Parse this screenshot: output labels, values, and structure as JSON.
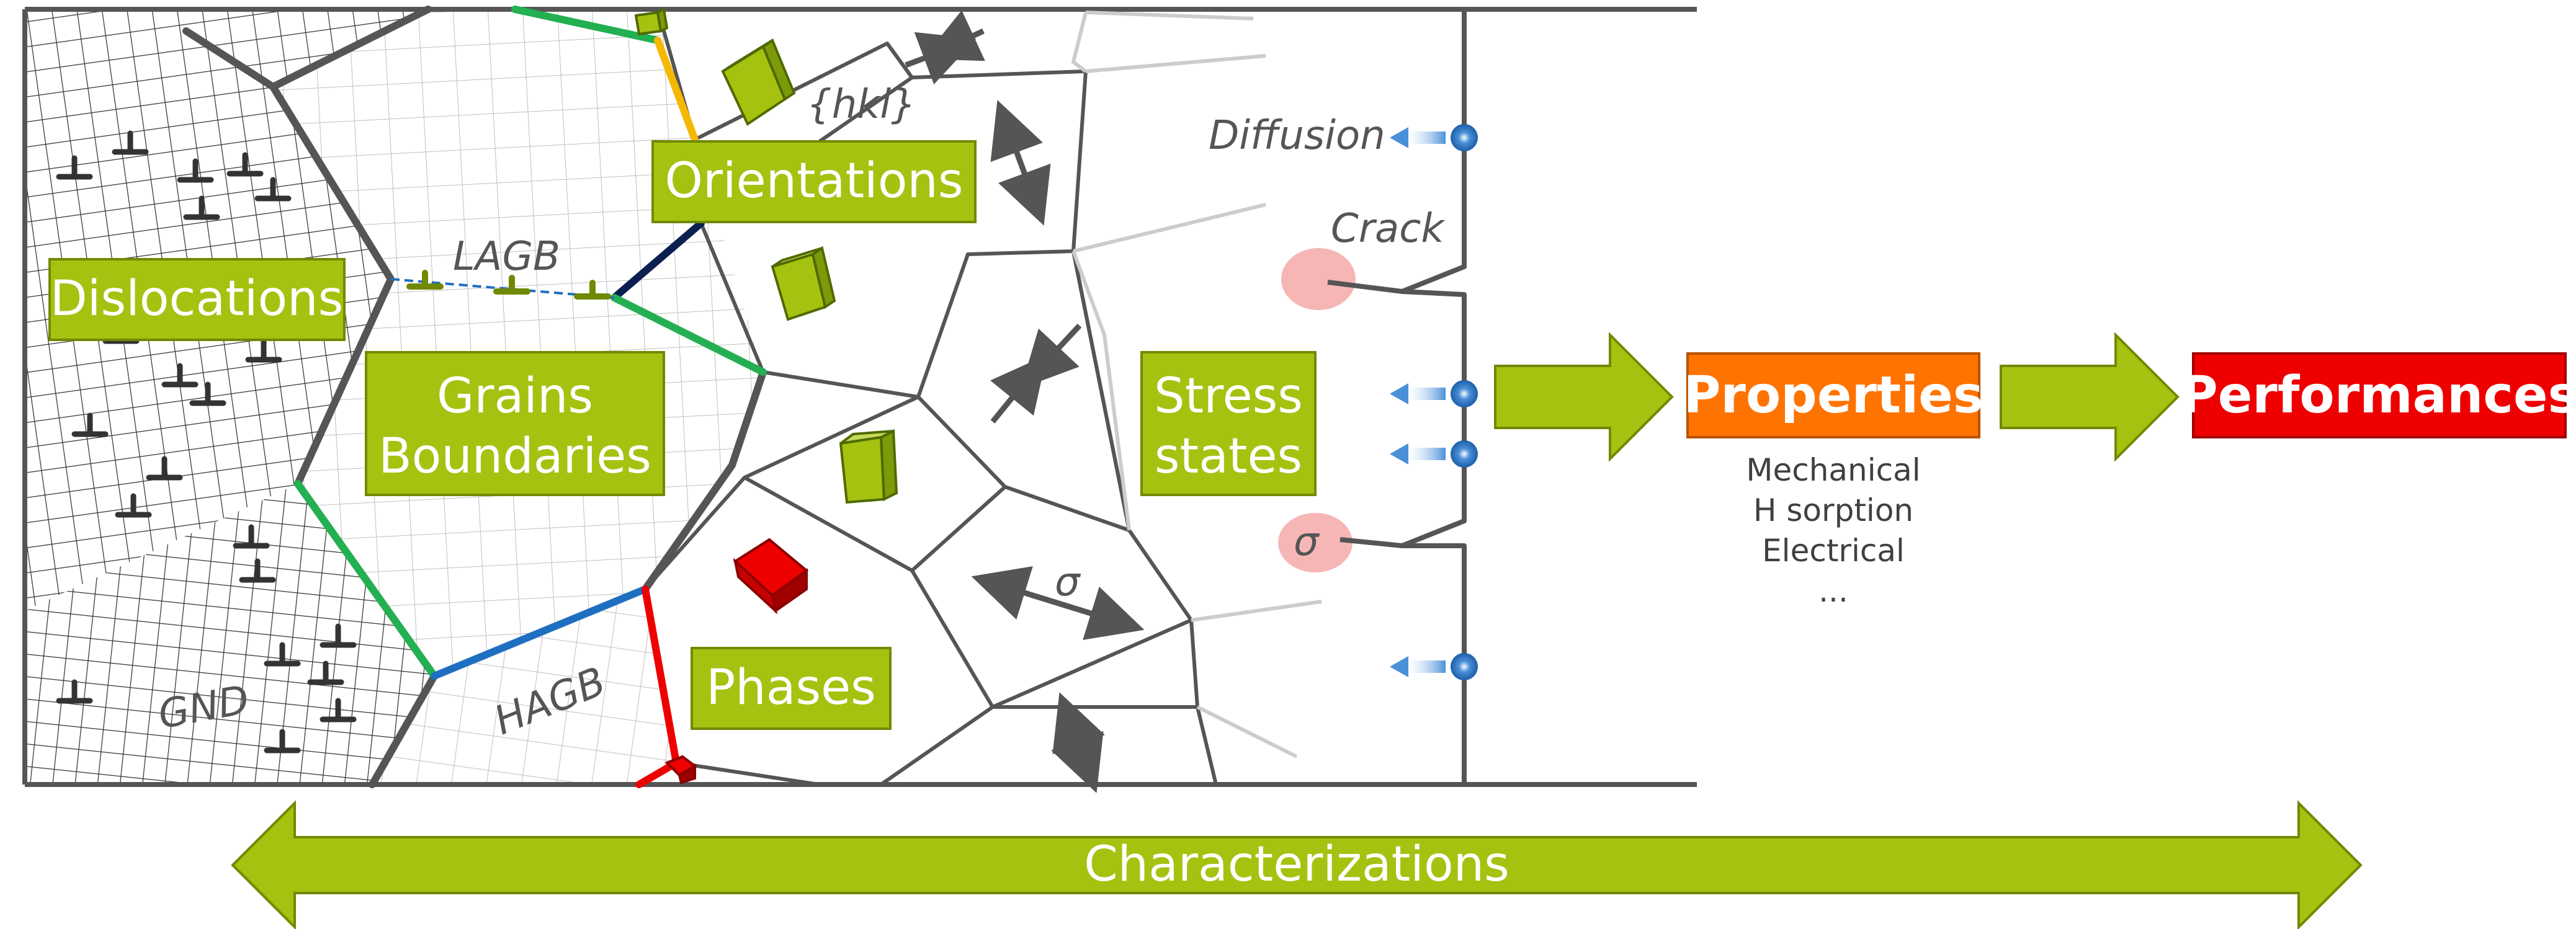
{
  "labels": {
    "dislocations": "Dislocations",
    "grains_line1": "Grains",
    "grains_line2": "Boundaries",
    "orientations": "Orientations",
    "phases": "Phases",
    "stress_line1": "Stress",
    "stress_line2": "states",
    "properties": "Properties",
    "performances": "Performances",
    "characterizations": "Characterizations"
  },
  "annotations": {
    "lagb": "LAGB",
    "hagb": "HAGB",
    "gnd": "GND",
    "hkl": "{hkl}",
    "diffusion": "Diffusion",
    "crack": "Crack",
    "sigma_pit": "σ",
    "sigma_grain": "σ"
  },
  "property_list": [
    "Mechanical",
    "H sorption",
    "Electrical",
    "..."
  ],
  "colors": {
    "green": "#a5c211",
    "green_dark": "#6f8a00",
    "orange": "#ff7300",
    "red": "#ee0000",
    "grid": "#333333",
    "boundary": "#555555",
    "light_boundary": "#cccccc",
    "text_gray": "#555555",
    "lagb_green": "#22b050",
    "hagb_blue": "#1f6fc0",
    "navy": "#0b2050",
    "yellow": "#f5b800",
    "pink": "#f7b6b6",
    "diffusion_blue": "#4a90d9"
  }
}
